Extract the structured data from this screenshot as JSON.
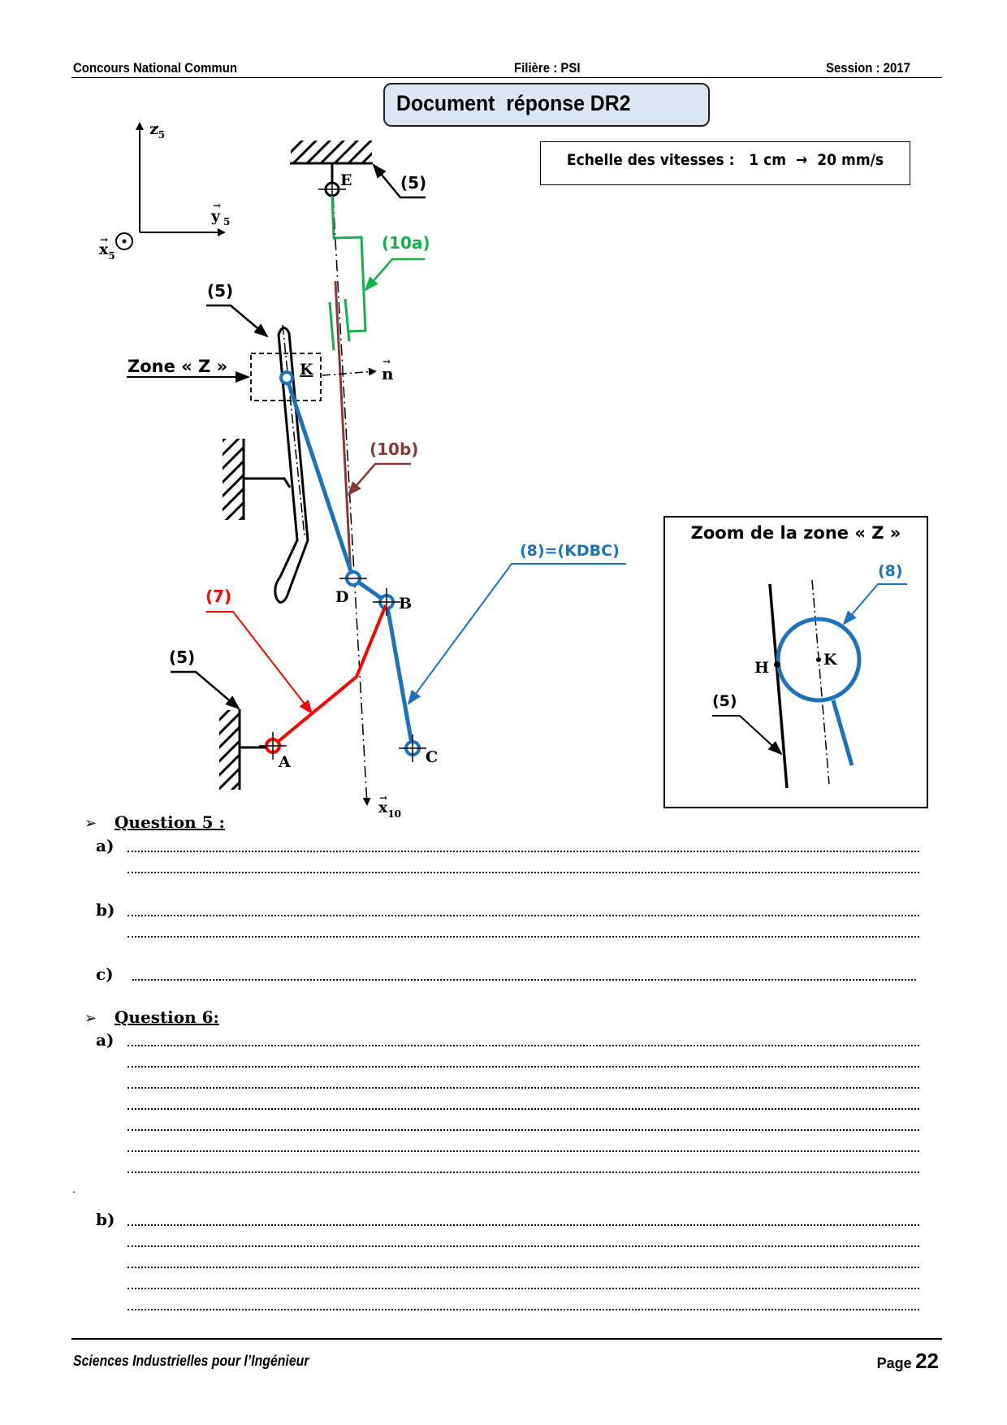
{
  "header": {
    "left": "Concours National Commun",
    "center": "Filière : PSI",
    "right": "Session : 2017"
  },
  "title": "Document  réponse DR2",
  "scale": {
    "label": "Echelle des vitesses :",
    "from": "1 cm",
    "arrow": "→",
    "to": "20 mm/s"
  },
  "axes": {
    "z": "z",
    "z_sub": "5",
    "y": "y",
    "y_sub": "5",
    "x": "x",
    "x_sub": "5",
    "x10": "x",
    "x10_sub": "10",
    "n": "n"
  },
  "figure": {
    "points": {
      "E": "E",
      "K": "K",
      "D": "D",
      "B": "B",
      "A": "A",
      "C": "C",
      "H": "H"
    },
    "labels": {
      "ground_top": "(5)",
      "part_10a": "(10a)",
      "part_5_pedal": "(5)",
      "zone": "Zone « Z »",
      "part_10b": "(10b)",
      "part_8": "(8)=(KDBC)",
      "part_7": "(7)",
      "ground_bottom": "(5)"
    },
    "colors": {
      "part_8": "#1a73c0",
      "part_7": "#ff0000",
      "part_10a": "#13b04b",
      "part_10b": "#8b3a3a",
      "frame": "#000000"
    }
  },
  "zoom_panel": {
    "title": "Zoom de la zone « Z »",
    "label_8": "(8)",
    "label_5": "(5)",
    "point_H": "H",
    "point_K": "K"
  },
  "questions": [
    {
      "bullet": "➢",
      "title": "Question 5 :",
      "parts": [
        {
          "letter": "a)",
          "lines": 2
        },
        {
          "letter": "b)",
          "lines": 2
        },
        {
          "letter": "c)",
          "lines": 1
        }
      ]
    },
    {
      "bullet": "➢",
      "title": "Question 6:",
      "parts": [
        {
          "letter": "a)",
          "lines": 7
        },
        {
          "letter": "b)",
          "lines": 5
        }
      ]
    }
  ],
  "stray_mark": ".",
  "footer": {
    "left": "Sciences Industrielles pour l’Ingénieur",
    "page_label": "Page",
    "page_number": "22"
  }
}
